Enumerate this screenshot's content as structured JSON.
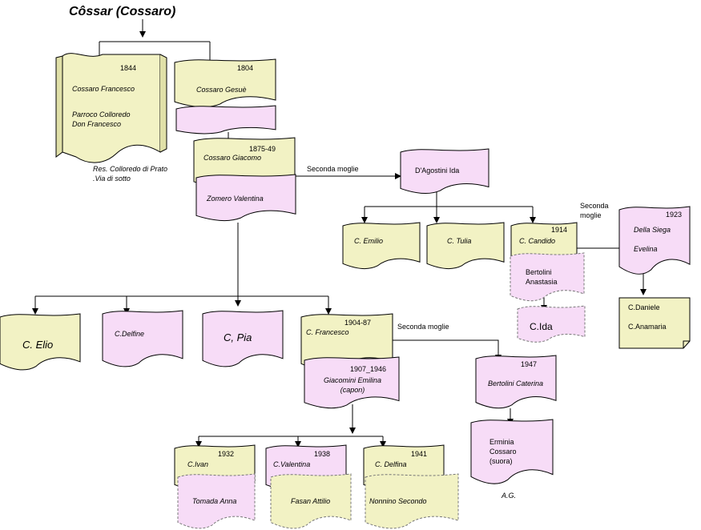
{
  "title": "Côssar (Cossaro)",
  "colors": {
    "yellow": "#f2f2c4",
    "pink": "#f7dcf7",
    "line": "#000000"
  },
  "people": {
    "francesco1844": {
      "year": "1844",
      "name": "Cossaro Francesco",
      "note": "Parroco Colloredo\nDon Francesco"
    },
    "residence": "Res. Colloredo di Prato\n.Via di sotto",
    "gesue": {
      "year": "1804",
      "name": "Cossaro Gesuè"
    },
    "giacomo": {
      "year": "1875-49",
      "name": "Cossaro Giacomo"
    },
    "valentina_zomero": {
      "name": "Zomero Valentina"
    },
    "agostini": {
      "name": "D'Agostini Ida"
    },
    "emilio": {
      "name": "C. Emilio"
    },
    "tulia": {
      "name": "C. Tulia"
    },
    "candido": {
      "year": "1914",
      "name": "C. Candido"
    },
    "anastasia": {
      "name": "Bertolini\nAnastasia"
    },
    "ida": {
      "name": "C.Ida"
    },
    "evelina": {
      "year": "1923",
      "name": "Della Siega\n\nEvelina"
    },
    "daniele": {
      "name": "C.Daniele\n\nC.Anamaria"
    },
    "elio": {
      "name": "C. Elio"
    },
    "delfine": {
      "name": "C.Delfine"
    },
    "pia": {
      "name": "C, Pia"
    },
    "francesco1904": {
      "year": "1904-87",
      "name": "C. Francesco"
    },
    "giacomini": {
      "year": "1907_1946",
      "name": "Giacomini Emilina\n(capon)"
    },
    "caterina": {
      "year": "1947",
      "name": "Bertolini Caterina"
    },
    "erminia": {
      "name": "Erminia\nCossaro\n(suora)"
    },
    "ivan": {
      "year": "1932",
      "name": "C.Ivan"
    },
    "valentina": {
      "year": "1938",
      "name": "C.Valentina"
    },
    "delfina": {
      "year": "1941",
      "name": "C. Delfina"
    },
    "tomada": {
      "name": "Tomada Anna"
    },
    "fasan": {
      "name": "Fasan Attilio"
    },
    "nonnino": {
      "name": "Nonnino Secondo"
    }
  },
  "labels": {
    "seconda1": "Seconda moglie",
    "seconda2": "Seconda\nmoglie",
    "seconda3": "Seconda moglie",
    "signature": "A.G."
  }
}
